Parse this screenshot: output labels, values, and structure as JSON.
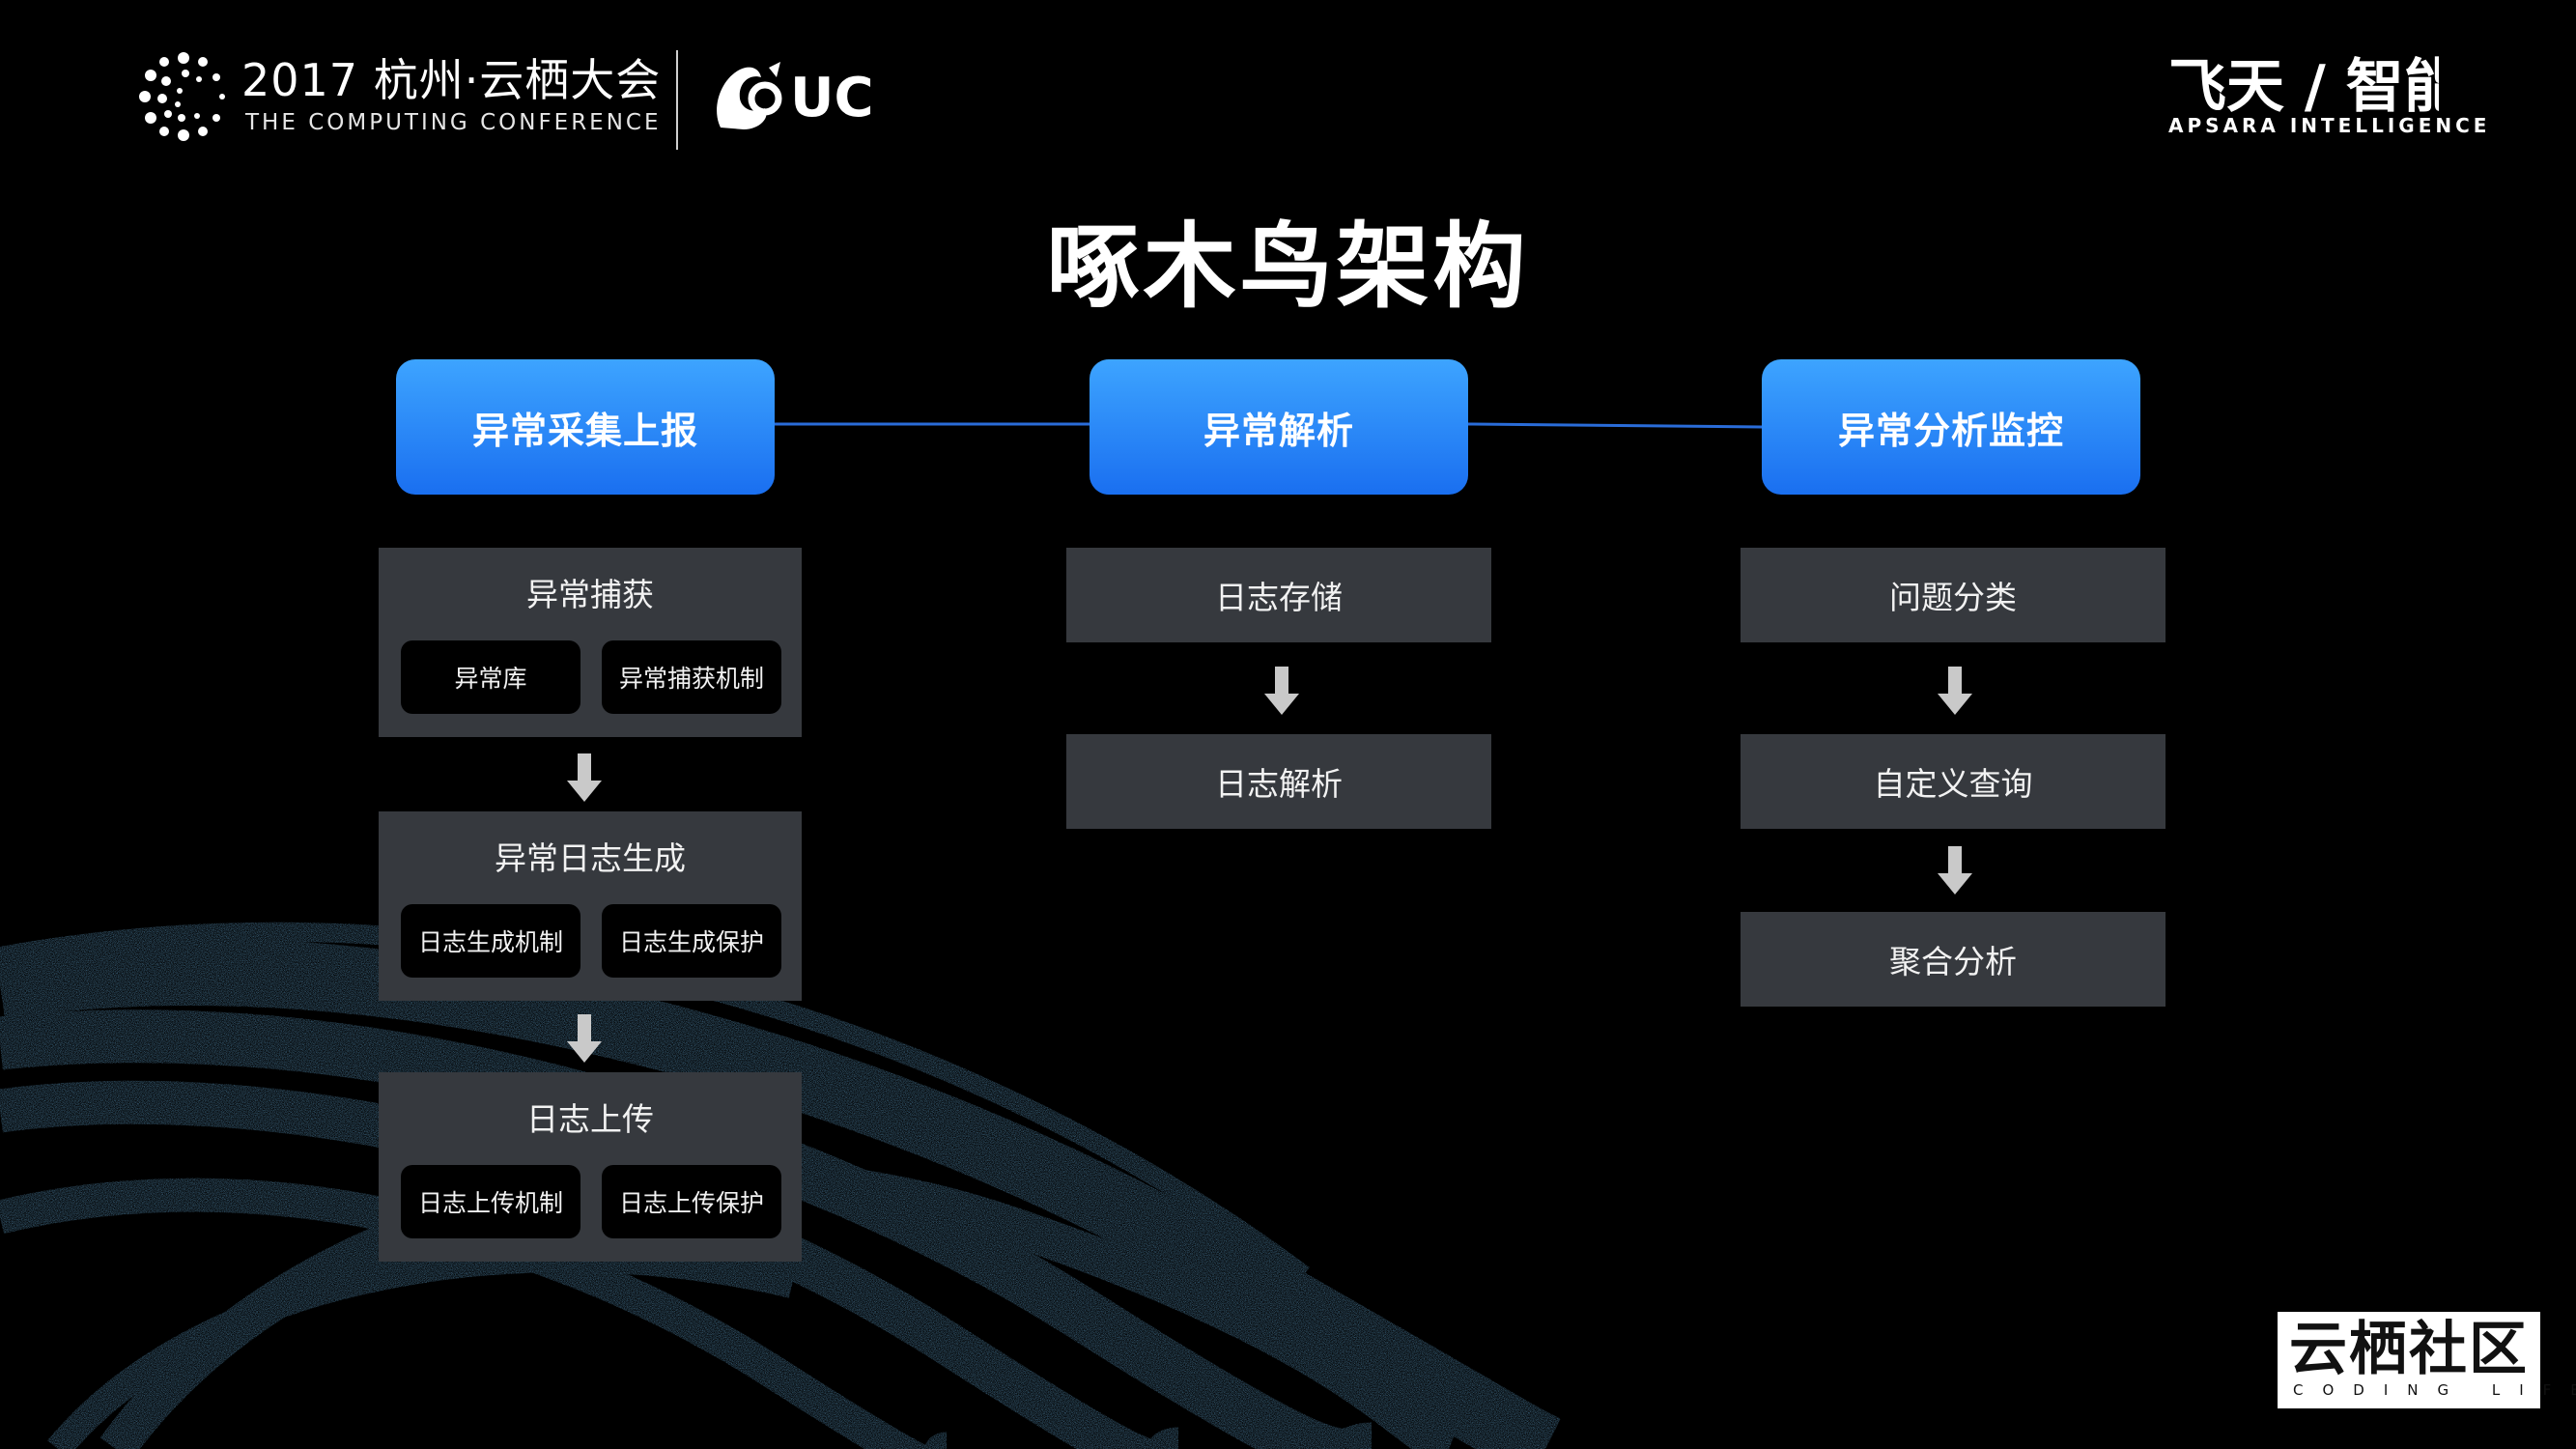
{
  "header": {
    "conference_title": "2017 杭州·云栖大会",
    "conference_subtitle": "THE COMPUTING CONFERENCE",
    "uc_text": "UC",
    "apsara_cn": "飞天 / 智能",
    "apsara_en": "APSARA INTELLIGENCE"
  },
  "title": "啄木鸟架构",
  "pillars": [
    {
      "label": "异常采集上报"
    },
    {
      "label": "异常解析"
    },
    {
      "label": "异常分析监控"
    }
  ],
  "left_column": [
    {
      "label": "异常捕获",
      "chips": [
        "异常库",
        "异常捕获机制"
      ]
    },
    {
      "label": "异常日志生成",
      "chips": [
        "日志生成机制",
        "日志生成保护"
      ]
    },
    {
      "label": "日志上传",
      "chips": [
        "日志上传机制",
        "日志上传保护"
      ]
    }
  ],
  "middle_column": [
    "日志存储",
    "日志解析"
  ],
  "right_column": [
    "问题分类",
    "自定义查询",
    "聚合分析"
  ],
  "badge": {
    "main": "云栖社区",
    "sub": "CODING LIFE"
  },
  "colors": {
    "background": "#000000",
    "pillar_top": "#3da4ff",
    "pillar_bottom": "#1a6ff0",
    "box": "#36393e",
    "connector": "#2a6cd8",
    "art": "#1f6fb5"
  }
}
